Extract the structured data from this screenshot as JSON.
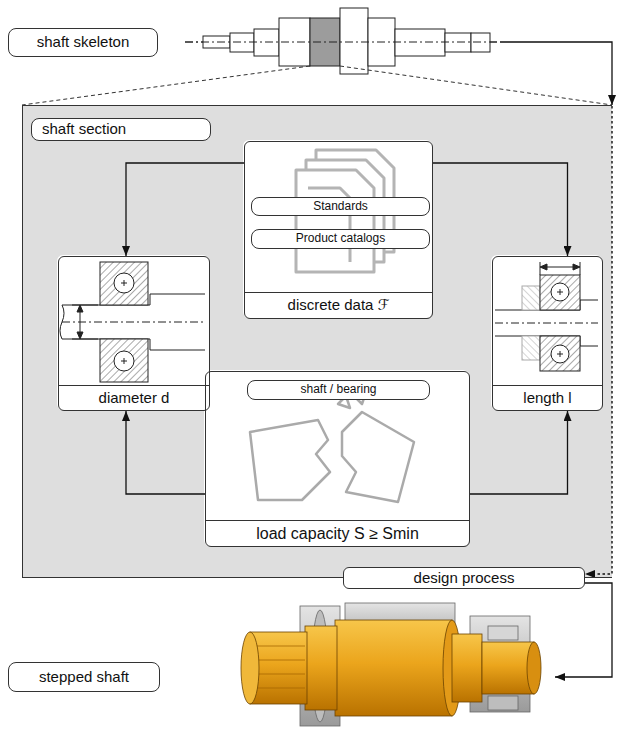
{
  "diagram": {
    "nodes": [
      {
        "text": [
          "shaft skeleton"
        ]
      },
      {
        "text": [
          "shaft section"
        ]
      },
      {
        "text": [
          "discrete data ℱ"
        ],
        "in": 1
      },
      {
        "text": [
          "Standards"
        ],
        "in": 2
      },
      {
        "text": [
          "Product catalogs"
        ],
        "in": 2
      },
      {
        "text": [
          "diameter d"
        ],
        "in": 1
      },
      {
        "text": [
          "length l"
        ],
        "in": 1
      },
      {
        "text": [
          "load capacity S ≥ Smin"
        ],
        "in": 1
      },
      {
        "text": [
          "shaft / bearing"
        ],
        "in": 7
      },
      {
        "text": [
          "design process"
        ]
      },
      {
        "text": [
          "stepped shaft"
        ]
      }
    ],
    "edges": [
      {
        "from": 0,
        "to": 1,
        "arrow": "to"
      },
      {
        "from": 2,
        "to": 5,
        "arrow": "to"
      },
      {
        "from": 2,
        "to": 6,
        "arrow": "to"
      },
      {
        "from": 7,
        "to": 5,
        "arrow": "to"
      },
      {
        "from": 7,
        "to": 6,
        "arrow": "to"
      },
      {
        "from": 1,
        "to": 9,
        "arrow": "to"
      },
      {
        "from": 9,
        "to": 10,
        "arrow": "to"
      }
    ]
  }
}
